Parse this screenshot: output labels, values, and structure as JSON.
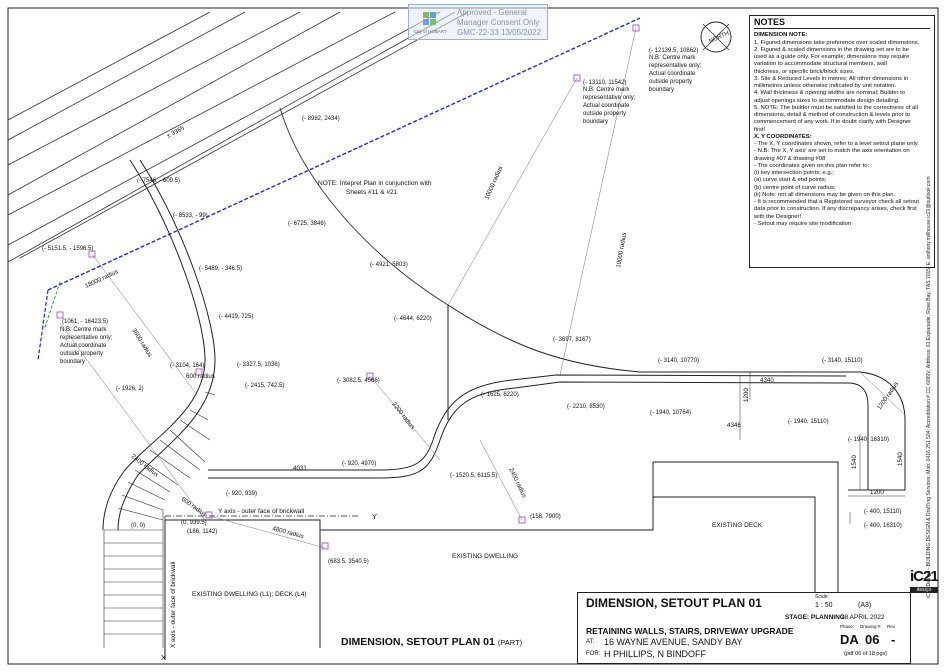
{
  "stamp": {
    "logo_text": "City of HOBART",
    "line1": "Approved - General",
    "line2": "Manager Consent Only",
    "line3": "GMC-22-33 13/05/2022"
  },
  "north_label": "NORTH",
  "notes": {
    "heading": "NOTES",
    "lines": [
      "DIMENSION NOTE:",
      "1. Figured dimensions take preference over scaled dimensions.",
      "2. Figured & scaled dimensions in the drawing set are to be",
      "    used as a guide only. For example; dimensions may require",
      "    variation to accommodate structural members, wall",
      "    thickness, or specific brick/block sizes.",
      "3. Site & Reduced Levels in metres; All other dimensions in",
      "    millimetres unless otherwise indicated by unit notation.",
      "4. Wall thickness & opening widths are nominal; Builder to",
      "    adjust openings sizes to accommodate design detailing.",
      "5. NOTE: The builder must be satisfied to the correctness of all",
      "    dimensions, detail & method of construction & levels prior to",
      "    commencement of any work. If in doubt clarify with Designer",
      "    first!",
      "X, Y COORDINATES:",
      "- The  X, Y coordinates shown, refer to a level setout plane only.",
      "- N.B: The X, Y axis' are set to match the axis orientation on",
      "         drawing #07 & drawing #08",
      "- The coordinates given on this plan refer to:",
      "   (i) key intersection points; e.g.;",
      "      (a) curve start & end points;",
      "      (b) centre point of curve radius;",
      "   (ii) Note: not all dimensions may be given on this plan.",
      "- It is recommended that a Registered surveyor check all setout",
      "   data prior to construction. If any discrepancy arises, check first",
      "   with the Designer!",
      "- Setout may require site modification"
    ]
  },
  "plan_labels": {
    "note": "NOTE: Intepret Plan in conjunction with",
    "note2": "Sheets #11 & #21",
    "existing_deck": "EXISTING DECK",
    "existing_dwelling": "EXISTING DWELLING",
    "existing_dwelling_l1": "EXISTING DWELLING (L1); DECK (L4)",
    "y_axis": "Y axis - outer face of brickwall",
    "y": "Y",
    "x_axis": "X axis - outer face of brickwall",
    "x": "X",
    "boundary_dim": "± 3365",
    "centre_note_a": [
      "N.B: Centre mark",
      "representative only;",
      "Actual coordinate",
      "outside property",
      "boundary"
    ],
    "centre_note_b": [
      "N.B: Centre mark",
      "representative only;",
      "Actual coordinate",
      "outside property",
      "boundary"
    ],
    "centre_note_c": [
      "N.B: Centre mark",
      "representative only;",
      "Actual coordinate",
      "outside property",
      "boundary"
    ]
  },
  "coordinates": {
    "c1": "(- 8982, 2434)",
    "c2": "(- 7546, - 609.5)",
    "c3": "(- 8533, - 99)",
    "c4": "(- 5151.5, - 1596.5)",
    "c5": "(- 5489, - 346.5)",
    "c6": "(- 4419, 725)",
    "c7": "(1061, - 16423.5)",
    "c8": "(- 3327.5, 1036)",
    "c9": "(- 3104, 164)",
    "c10": "(- 2415, 742.5)",
    "c11": "(- 1926, 2)",
    "c12": "(- 6725, 3846)",
    "c13": "(- 4921, 5803)",
    "c14": "(- 4644, 6220)",
    "c15": "(- 3697, 8167)",
    "c16": "(- 3082.5, 4566)",
    "c17": "(- 1625, 6220)",
    "c18": "(- 2210, 8530)",
    "c19": "(- 3140, 10770)",
    "c20": "(- 3140, 15110)",
    "c21": "(- 1940, 10764)",
    "c22": "(- 1940, 15110)",
    "c23": "(- 1940, 16310)",
    "c24": "(- 920, 4970)",
    "c25": "(- 1520.5, 6115.5)",
    "c26": "(- 920, 939)",
    "c27": "(0, 0)",
    "c28": "(0, 939.5)",
    "c29": "(186, 1142)",
    "c30": "(683.5, 3540.5)",
    "c31": "(158, 7900)",
    "c32": "(- 400, 15110)",
    "c33": "(- 400, 16310)",
    "c34": "(- 13110, 11542)",
    "c35": "(- 12139.5, 10862)"
  },
  "radii": {
    "r1": "18000 radius",
    "r2": "10000 radius",
    "r3": "10000 radius",
    "r4": "3600 radius",
    "r5": "600 radius",
    "r6": "2200 radius",
    "r7": "2400 radius",
    "r8": "2400 radius",
    "r9": "4800 radius",
    "r10": "600 radius",
    "r11": "1200 radius"
  },
  "dimensions": {
    "d4340": "4340",
    "d1200a": "1200",
    "d4346": "4346",
    "d1540a": "1540",
    "d1540b": "1540",
    "d1200b": "1200",
    "d4031": "4031"
  },
  "main_title": "DIMENSION, SETOUT PLAN 01",
  "main_title_suffix": "(PART)",
  "title_block": {
    "title": "DIMENSION, SETOUT PLAN 01",
    "scale_label": "Scale:",
    "scale": "1 : 50",
    "sheet_size": "(A3)",
    "stage": "STAGE: PLANNING",
    "date": "28 APRIL 2022",
    "project": "RETAINING WALLS, STAIRS, DRIVEWAY UPGRADE",
    "at_label": "AT:",
    "address": "16 WAYNE AVENUE, SANDY BAY",
    "for_label": "FOR:",
    "client": "H PHILLIPS, N BINDOFF",
    "phase_label": "Phase:",
    "drawing_label": "Drawing #:",
    "rev_label": "Rev",
    "phase": "DA",
    "drawing_no": "06",
    "rev": "-",
    "pdf": "(pdf 06 of 18 pgs)"
  },
  "brand": {
    "logo": "iC21",
    "sub": "design"
  },
  "side_text": "iC21 Design - BUILDING DESIGN & DrafTing Services; Mob: 0416 251 504; Accreditation # CC 6099V; Address: 61 Esplanade, Rose Bay, TAS 7015; E: anthony.millhouse.ic21@outlook.com"
}
